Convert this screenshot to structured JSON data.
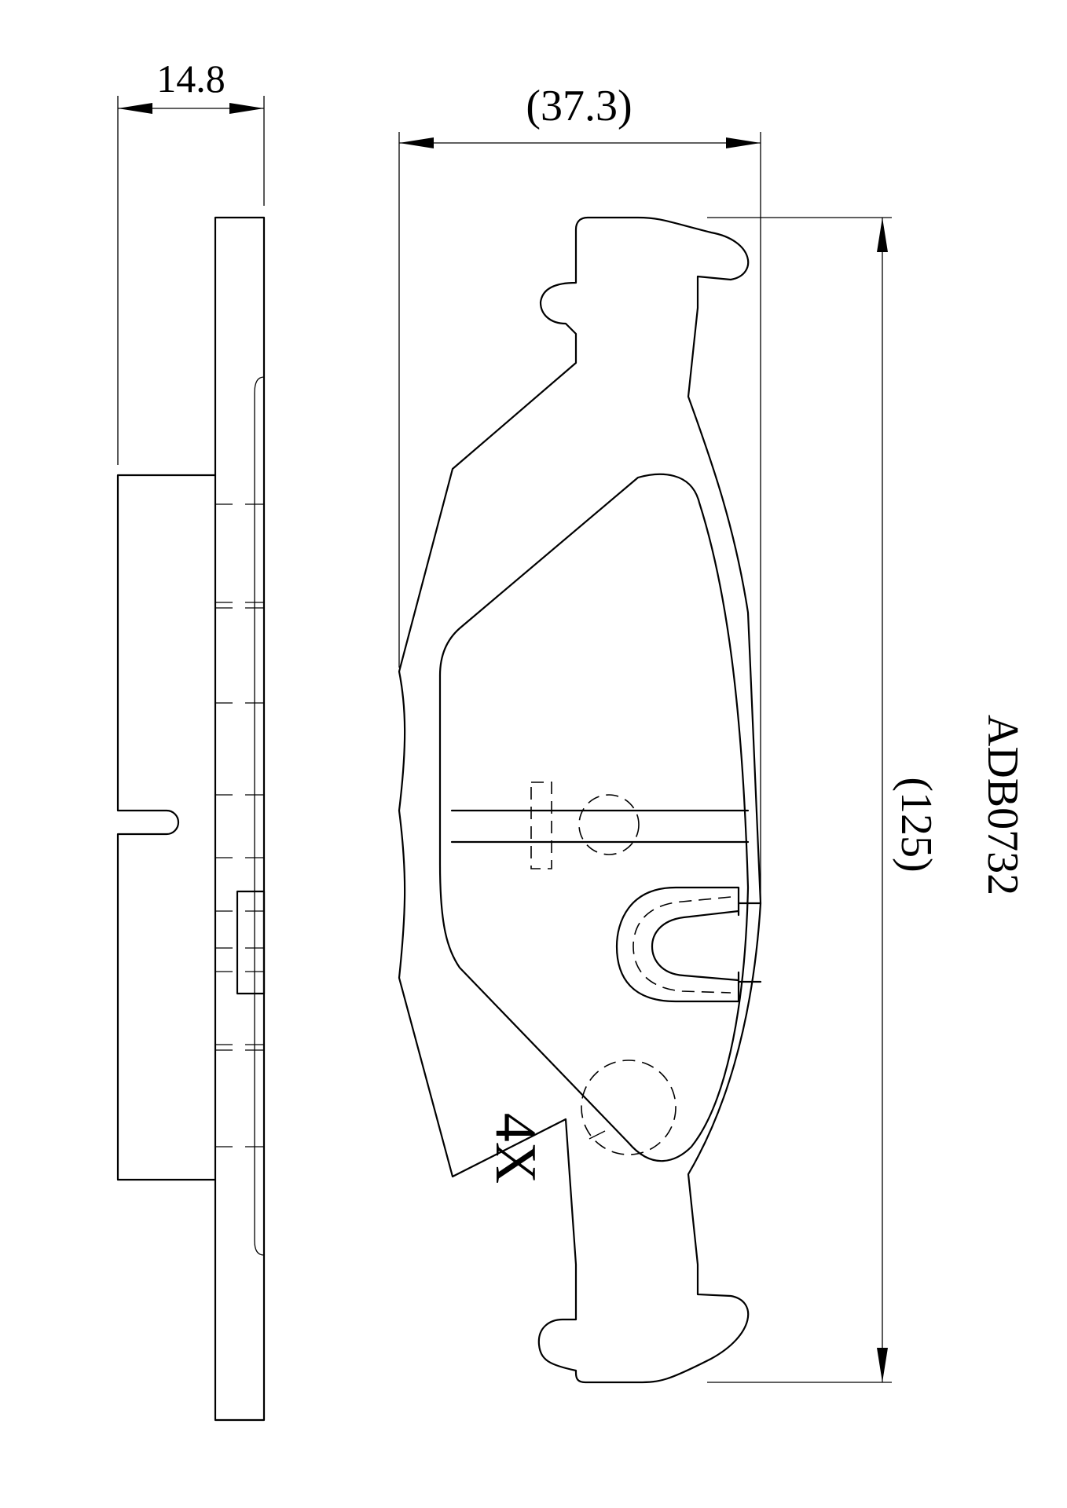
{
  "labels": {
    "thickness": "14.8",
    "width": "(37.3)",
    "length": "(125)",
    "part_number": "ADB0732",
    "quantity": "4X"
  }
}
